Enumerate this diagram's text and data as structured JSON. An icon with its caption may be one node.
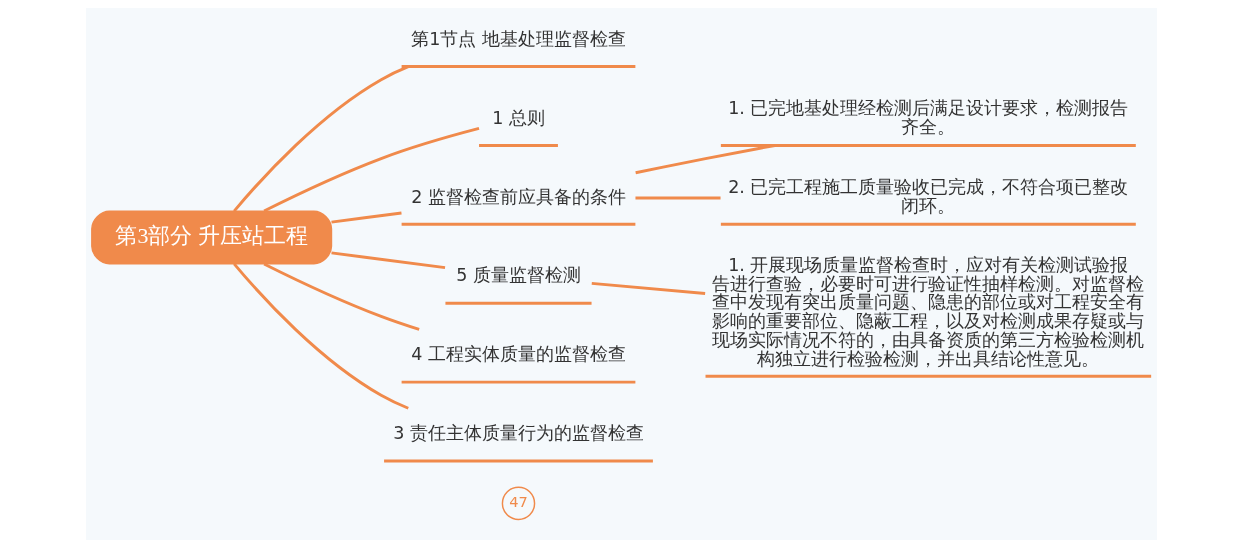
{
  "diagram": {
    "nodes": [
      {
        "text": [
          "第3部分 升压站工程"
        ]
      },
      {
        "text": [
          "第1节点 地基处理监督检查"
        ]
      },
      {
        "text": [
          "1 总则"
        ]
      },
      {
        "text": [
          "2 监督检查前应具备的条件"
        ]
      },
      {
        "text": [
          "1. 已完地基处理经检测后满足设计要求，检测报告齐全。"
        ]
      },
      {
        "text": [
          "2. 已完工程施工质量验收已完成，不符合项已整改闭环。"
        ]
      },
      {
        "text": [
          "5 质量监督检测"
        ]
      },
      {
        "text": [
          "1. 开展现场质量监督检查时，应对有关检测试验报告进行查验，必要时可进行验证性抽样检测。对监督检查中发现有突出质量问题、隐患的部位或对工程安全有影响的重要部位、隐蔽工程，以及对检测成果存疑或与现场实际情况不符的，由具备资质的第三方检验检测机构独立进行检验检测，并出具结论性意见。"
        ]
      },
      {
        "text": [
          "4 工程实体质量的监督检查"
        ]
      },
      {
        "text": [
          "3 责任主体质量行为的监督检查"
        ],
        "beside": [
          "47"
        ]
      }
    ],
    "edges": [
      {
        "from": 0,
        "to": 1,
        "arrow": "none"
      },
      {
        "from": 0,
        "to": 2,
        "arrow": "none"
      },
      {
        "from": 0,
        "to": 3,
        "arrow": "none"
      },
      {
        "from": 3,
        "to": 4,
        "arrow": "none"
      },
      {
        "from": 3,
        "to": 5,
        "arrow": "none"
      },
      {
        "from": 0,
        "to": 6,
        "arrow": "none"
      },
      {
        "from": 6,
        "to": 7,
        "arrow": "none"
      },
      {
        "from": 0,
        "to": 8,
        "arrow": "none"
      },
      {
        "from": 0,
        "to": 9,
        "arrow": "none"
      }
    ]
  }
}
